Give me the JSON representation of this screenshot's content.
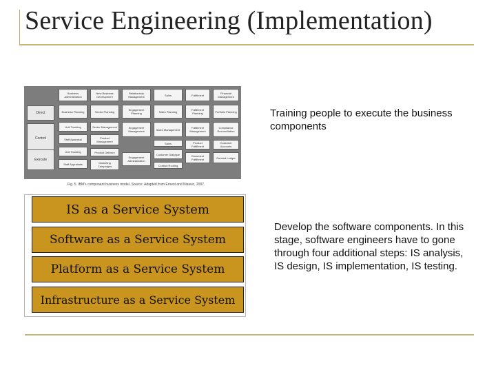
{
  "slide": {
    "title": "Service Engineering (Implementation)",
    "note1": "Training people to execute the business components",
    "note2": "Develop the software components. In this stage, software engineers have to gone through four additional steps: IS analysis, IS design, IS implementation, IS testing."
  },
  "figure": {
    "row_heads": [
      "Direct",
      "Control",
      "Execute"
    ],
    "cells": [
      "Business Administration",
      "New Business Development",
      "Relationship Management",
      "Sales",
      "Fulfillment",
      "Financial Management",
      "Business Planning",
      "Sector Planning",
      "Engagement Planning",
      "Sales Planning",
      "Fulfillment Planning",
      "Portfolio Planning",
      "Unit Tracking",
      "Sector Management",
      "Engagement Management",
      "Sales Management",
      "Fulfillment Management",
      "Compliance Reconciliation",
      "Staff Appraisal",
      "Product Management",
      "Sales",
      "Product Fulfillment",
      "Customer Accounts",
      "Unit Tracking",
      "Product Delivery",
      "Engagement Administration",
      "Customer Dialogue",
      "Document Fulfillment",
      "General Ledger",
      "Staff Appraisals",
      "Marketing Campaigns",
      "Contact Routing"
    ],
    "caption": "Fig. 5. IBM's component business model. Source: Adapted from Ernest and Nisavic, 2007."
  },
  "stack": {
    "layers": [
      "IS as a Service System",
      "Software as a Service System",
      "Platform as a Service System",
      "Infrastructure as a Service System"
    ]
  },
  "colors": {
    "layer_fill": "#c9951f",
    "accent_line": "#c8b677"
  }
}
